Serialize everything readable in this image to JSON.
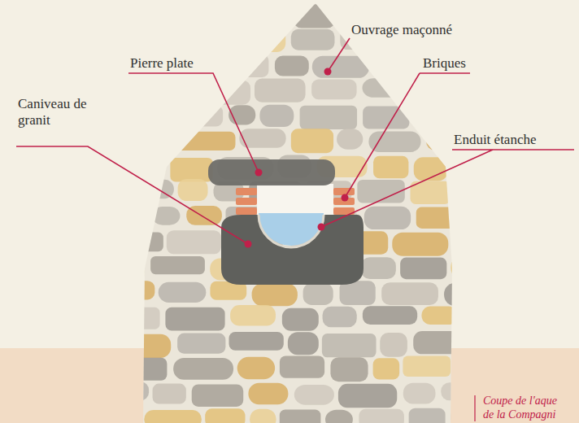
{
  "diagram": {
    "caption": "Coupe de l'aque de la Compagni",
    "labels": [
      "Ouvrage maçonné",
      "Pierre plate",
      "Briques",
      "Caniveau de granit",
      "Enduit étanche"
    ]
  }
}
